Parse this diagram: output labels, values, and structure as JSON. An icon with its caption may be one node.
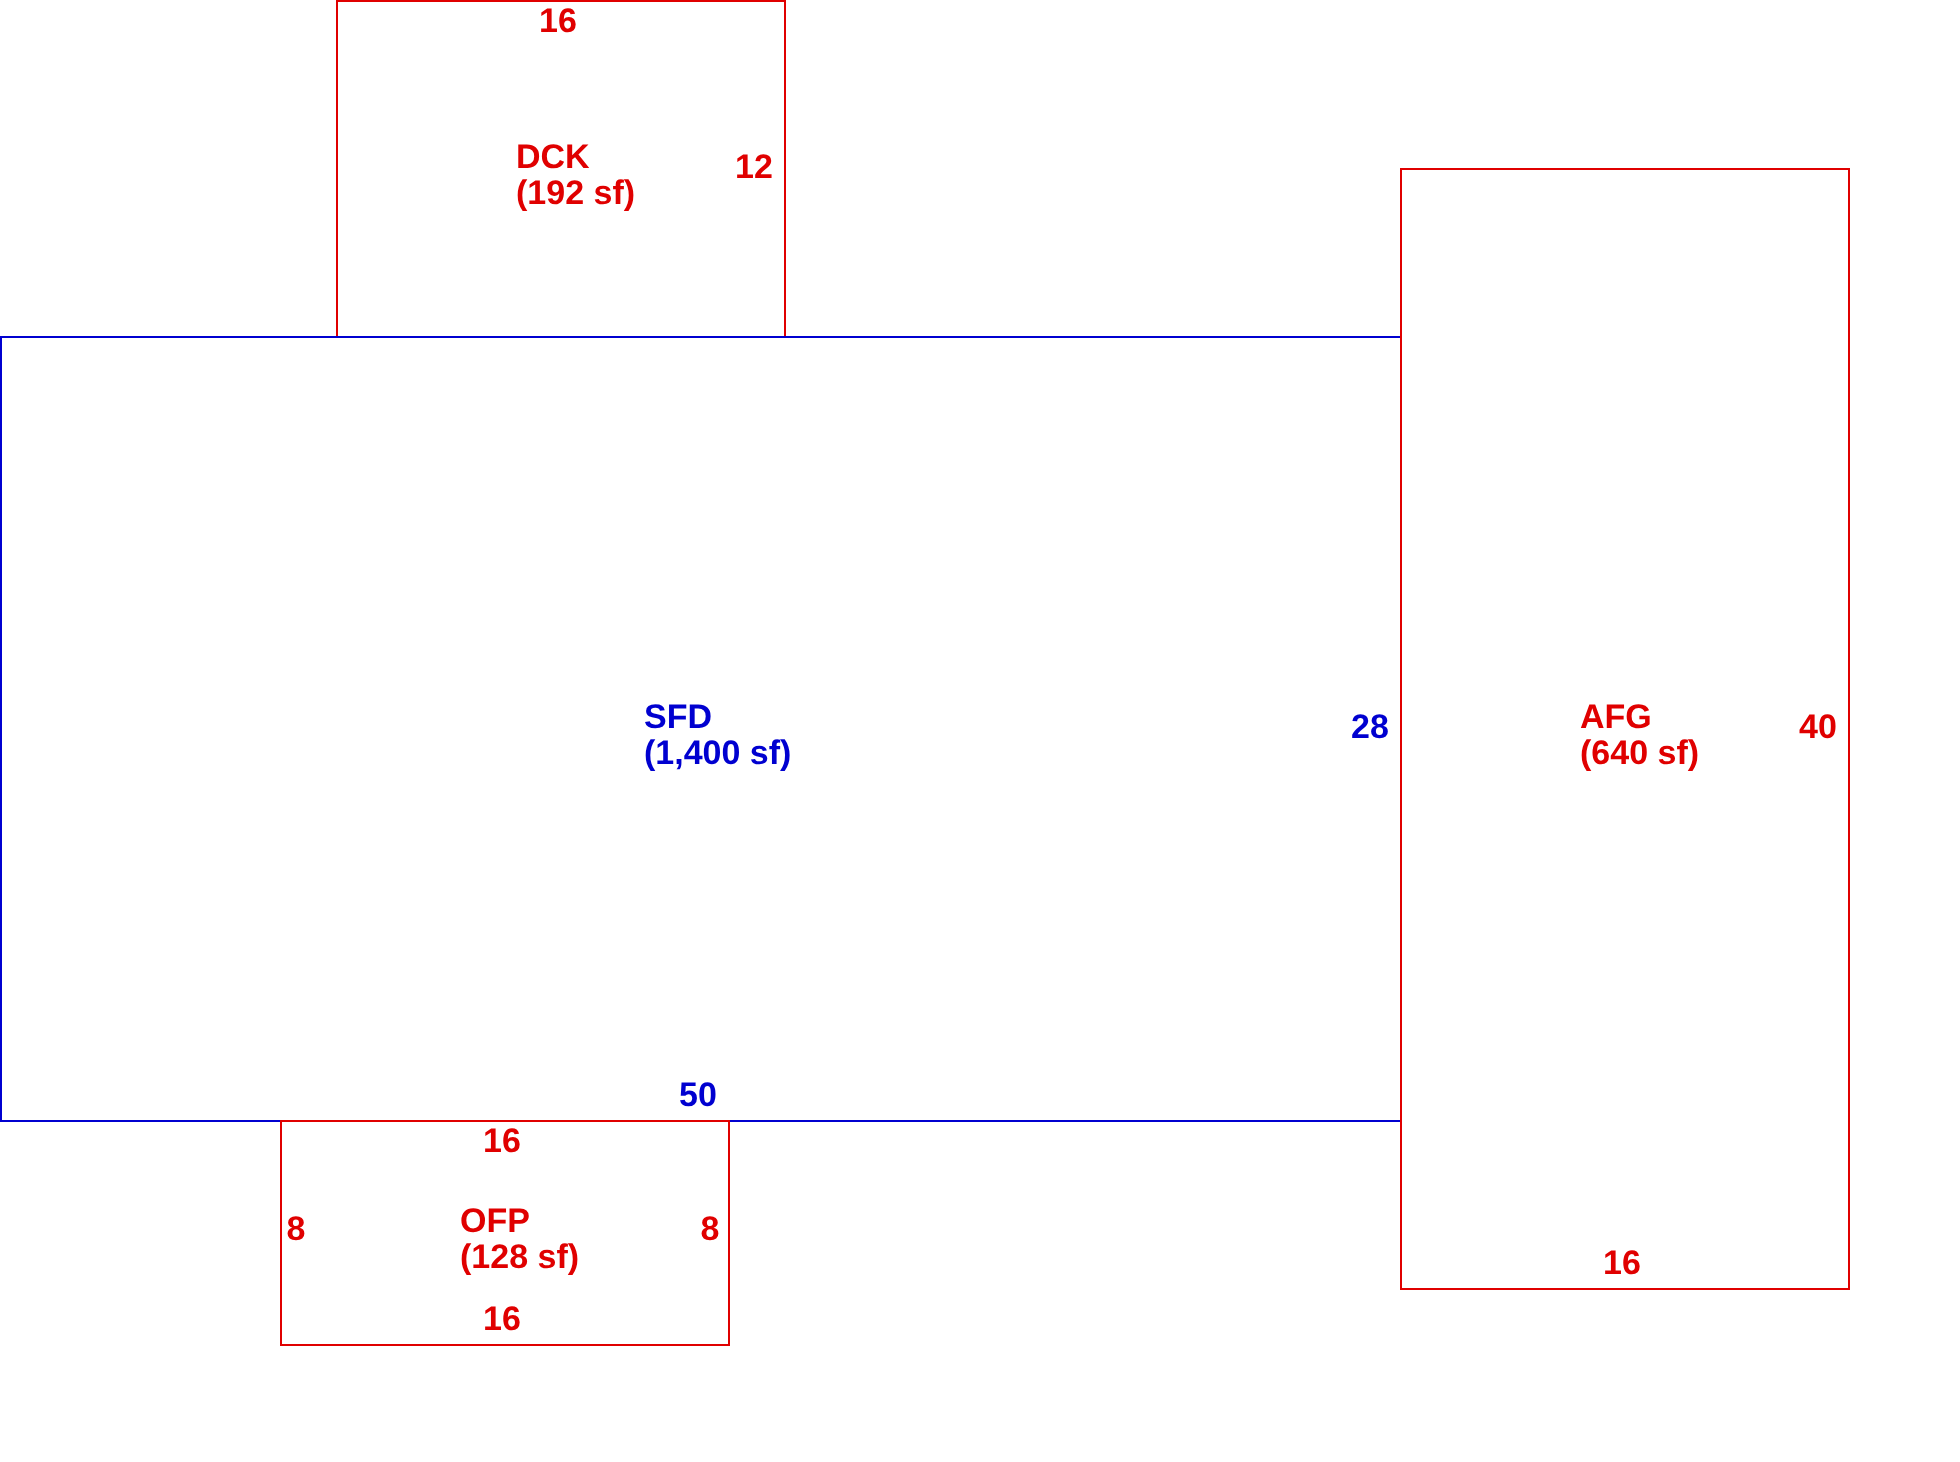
{
  "diagram": {
    "nodes": [
      {
        "text": [
          "DCK",
          "(192 sf)"
        ]
      },
      {
        "text": [
          "SFD",
          "(1,400 sf)"
        ]
      },
      {
        "text": [
          "AFG",
          "(640 sf)"
        ]
      },
      {
        "text": [
          "OFP",
          "(128 sf)"
        ]
      }
    ],
    "labels": [
      "16",
      "12",
      "28",
      "40",
      "50",
      "16",
      "8",
      "8",
      "16",
      "16"
    ]
  }
}
